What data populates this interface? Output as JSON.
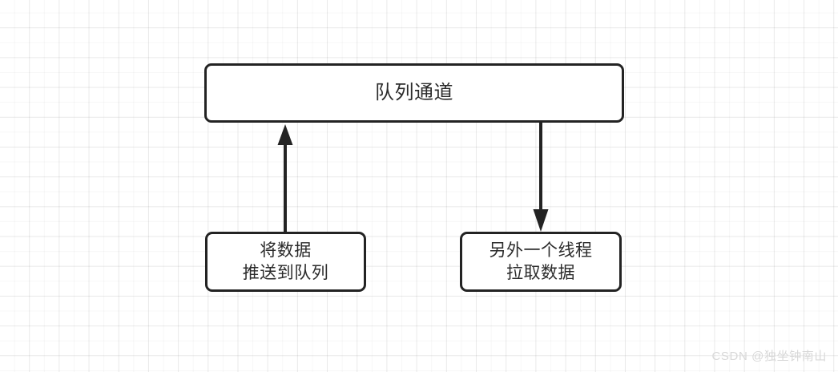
{
  "diagram": {
    "background": "grid-paper",
    "stroke_color": "#232323",
    "text_color": "#2b2b2b",
    "nodes": [
      {
        "id": "queue-channel",
        "label": "队列通道",
        "role": "queue"
      },
      {
        "id": "push-data",
        "label": "将数据\n推送到队列",
        "role": "producer"
      },
      {
        "id": "pull-data",
        "label": "另外一个线程\n拉取数据",
        "role": "consumer"
      }
    ],
    "edges": [
      {
        "id": "push-to-queue",
        "from": "push-data",
        "to": "queue-channel",
        "direction": "up",
        "arrow": "arrowhead-up-icon",
        "label": ""
      },
      {
        "id": "queue-to-pull",
        "from": "queue-channel",
        "to": "pull-data",
        "direction": "down",
        "arrow": "arrowhead-down-icon",
        "label": ""
      }
    ]
  },
  "watermark": {
    "text": "CSDN @独坐钟南山"
  }
}
